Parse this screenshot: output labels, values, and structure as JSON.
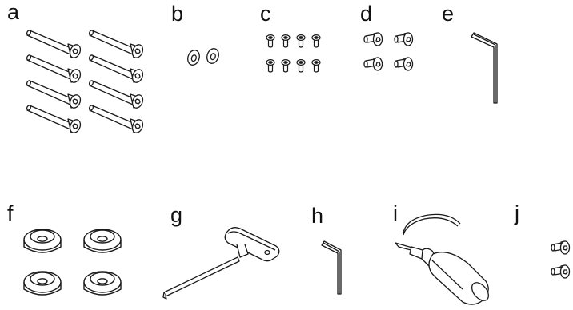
{
  "parts": {
    "a": {
      "label": "a",
      "icon": "long-bolt-icon",
      "count": 8
    },
    "b": {
      "label": "b",
      "icon": "washer-icon",
      "count": 2
    },
    "c": {
      "label": "c",
      "icon": "small-screw-icon",
      "count": 8
    },
    "d": {
      "label": "d",
      "icon": "short-bolt-icon",
      "count": 4
    },
    "e": {
      "label": "e",
      "icon": "hex-key-large-icon",
      "count": 1
    },
    "f": {
      "label": "f",
      "icon": "rubber-foot-icon",
      "count": 4
    },
    "g": {
      "label": "g",
      "icon": "t-handle-hex-wrench-icon",
      "count": 1
    },
    "h": {
      "label": "h",
      "icon": "hex-key-small-icon",
      "count": 1
    },
    "i": {
      "label": "i",
      "icon": "oil-bottle-icon",
      "count": 1
    },
    "j": {
      "label": "j",
      "icon": "short-bolt-icon",
      "count": 2
    }
  },
  "colors": {
    "line": "#1a1a1a",
    "fill": "#ffffff",
    "shade": "#d9d9d9"
  }
}
